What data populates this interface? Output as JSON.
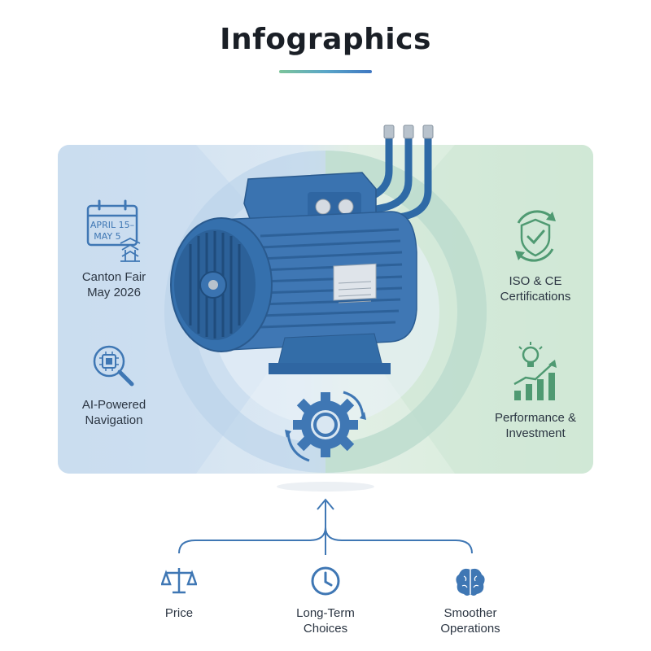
{
  "title": "Infographics",
  "left_features": [
    {
      "calendar_text_line1": "APRIL 15–",
      "calendar_text_line2": "MAY 5",
      "label_line1": "Canton Fair",
      "label_line2": "May 2026"
    },
    {
      "label_line1": "AI-Powered",
      "label_line2": "Navigation"
    }
  ],
  "right_features": [
    {
      "label_line1": "ISO & CE",
      "label_line2": "Certifications"
    },
    {
      "label_line1": "Performance &",
      "label_line2": "Investment"
    }
  ],
  "bottom_items": [
    {
      "label_line1": "Price",
      "label_line2": ""
    },
    {
      "label_line1": "Long-Term",
      "label_line2": "Choices"
    },
    {
      "label_line1": "Smoother",
      "label_line2": "Operations"
    }
  ],
  "colors": {
    "primary_blue": "#3f77b4",
    "accent_green": "#7cc49a",
    "panel_blue": "#cfe0f1",
    "panel_green": "#d5ebd9"
  }
}
